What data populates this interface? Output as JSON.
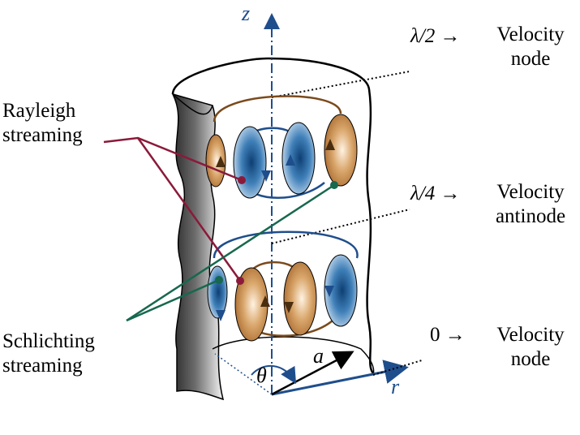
{
  "labels": {
    "rayleigh_line1": "Rayleigh",
    "rayleigh_line2": "streaming",
    "schlichting_line1": "Schlichting",
    "schlichting_line2": "streaming",
    "top_position": "λ/2",
    "mid_position": "λ/4",
    "bottom_position": "0",
    "arrow": "→",
    "top_word1": "Velocity",
    "top_word2": "node",
    "mid_word1": "Velocity",
    "mid_word2": "antinode",
    "bottom_word1": "Velocity",
    "bottom_word2": "node"
  },
  "axes": {
    "z": "z",
    "r": "r",
    "theta": "θ",
    "a": "a"
  },
  "colors": {
    "axis_blue": "#1f4e8c",
    "rayleigh_line": "#8b1a3a",
    "schlichting_line": "#17684f",
    "blue_vortex": "#2f6fa6",
    "brown_vortex": "#c79455",
    "loop_brown": "#7a4a1c",
    "loop_blue": "#1f4e8c"
  }
}
